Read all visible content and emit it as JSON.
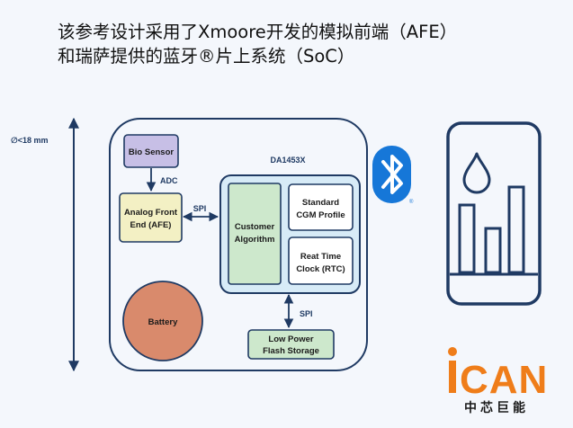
{
  "title": {
    "line1": "该参考设计采用了Xmoore开发的模拟前端（AFE）",
    "line2": "和瑞萨提供的蓝牙®片上系统（SoC）"
  },
  "diagram": {
    "size_label": "∅<18 mm",
    "bio_sensor": "Bio Sensor",
    "adc_label": "ADC",
    "afe_line1": "Analog Front",
    "afe_line2": "End (AFE)",
    "spi_label_1": "SPI",
    "soc_name": "DA1453X",
    "customer_line1": "Customer",
    "customer_line2": "Algorithm",
    "cgm_line1": "Standard",
    "cgm_line2": "CGM Profile",
    "rtc_line1": "Reat Time",
    "rtc_line2": "Clock (RTC)",
    "spi_label_2": "SPI",
    "battery": "Battery",
    "flash_line1": "Low Power",
    "flash_line2": "Flash Storage",
    "bluetooth_mark": "®"
  },
  "logo": {
    "brand": "iCAN",
    "tagline": "中芯巨能"
  },
  "colors": {
    "background": "#f4f7fc",
    "outline": "#1f3a63",
    "bio_sensor_fill": "#c7bfe6",
    "afe_fill": "#f3f0c4",
    "soc_fill": "#d7ebf7",
    "algorithm_fill": "#cde8cc",
    "battery_fill": "#d98a6c",
    "bluetooth_blue": "#1677d8",
    "logo_orange": "#ef7d1a"
  }
}
